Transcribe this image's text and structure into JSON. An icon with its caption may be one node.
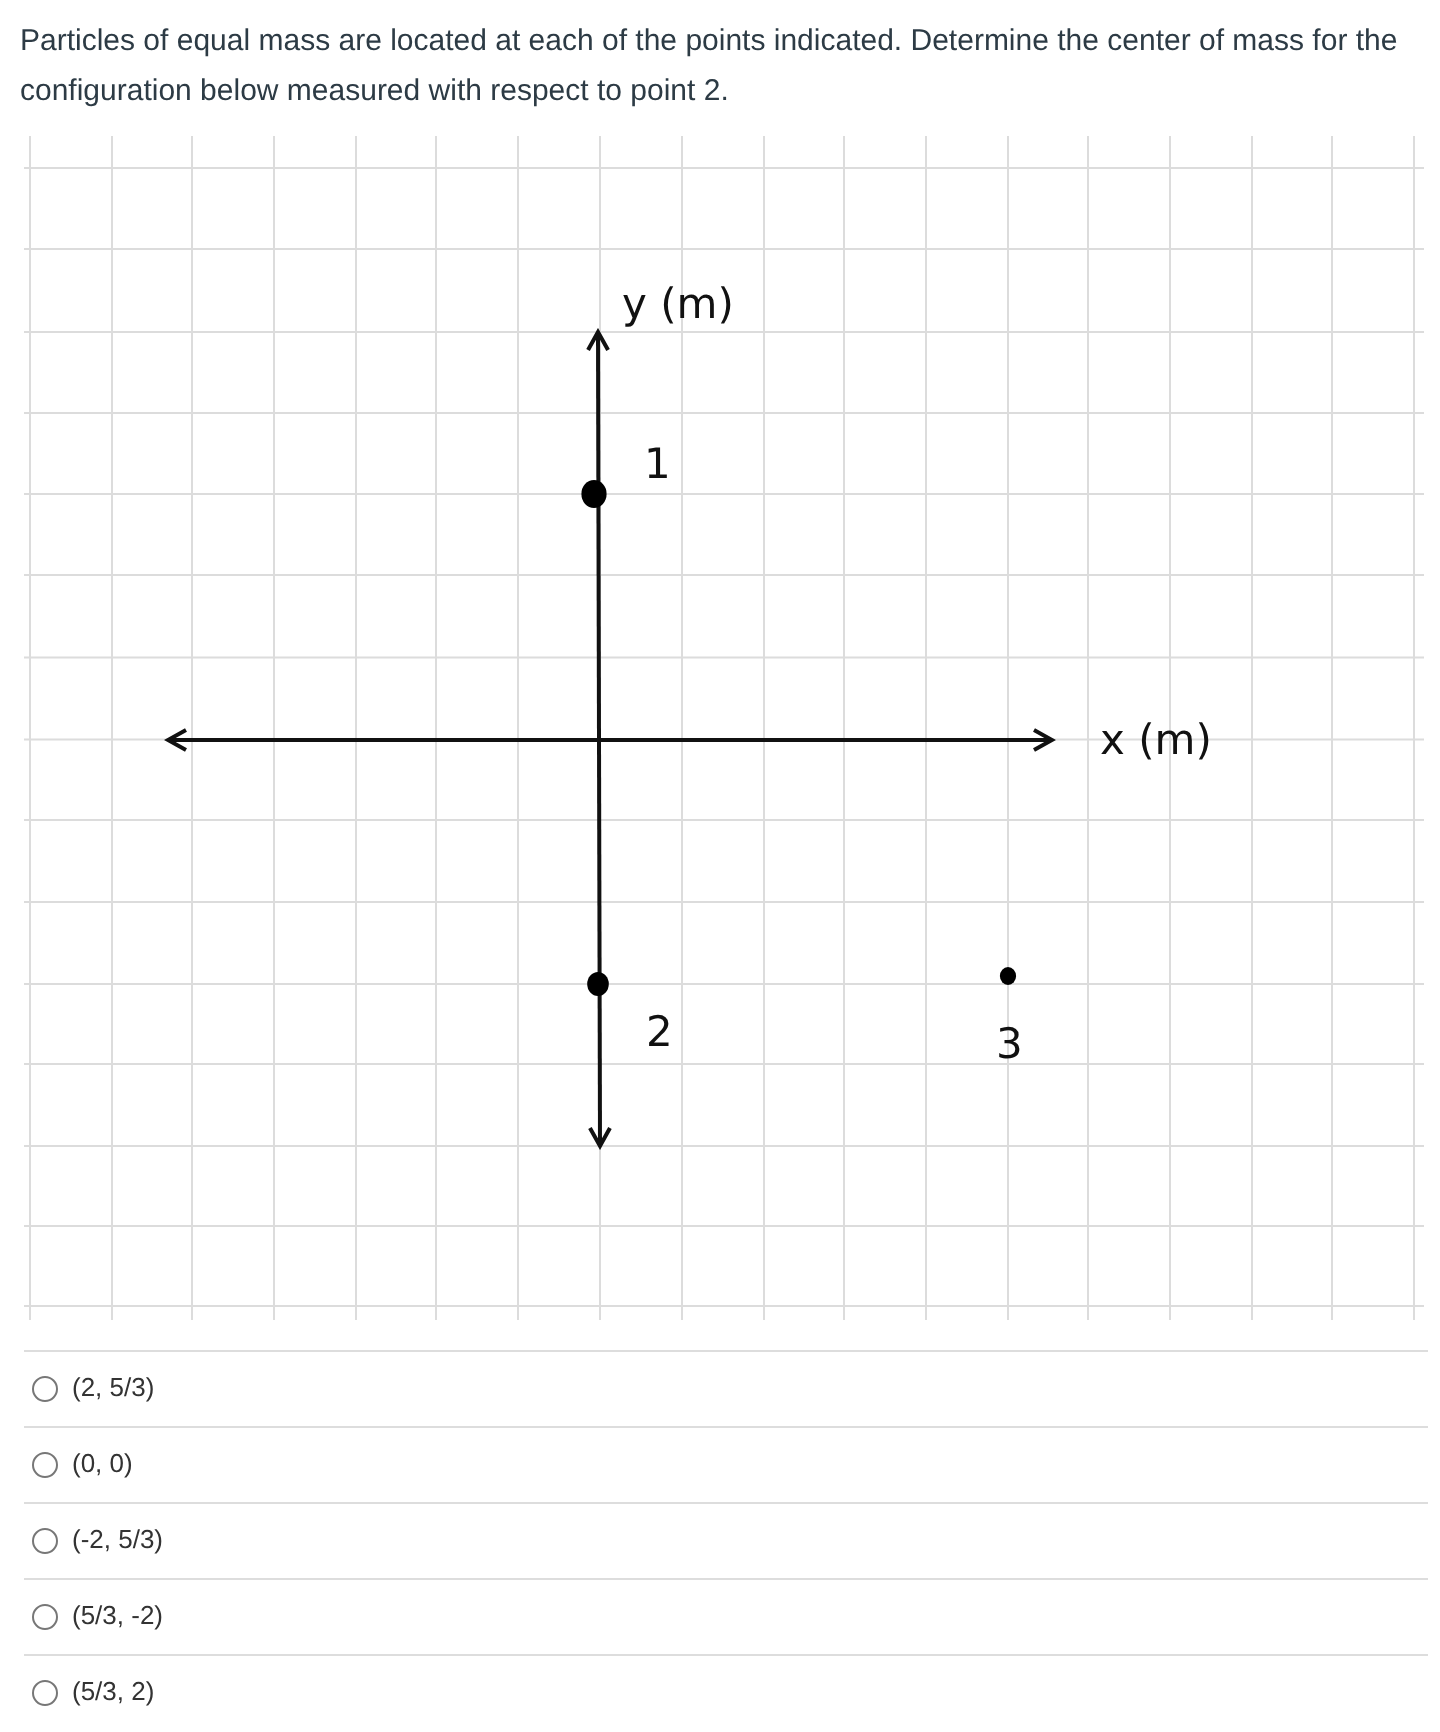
{
  "diagram": {
    "title": "Particles of equal mass are located at each of the points indicated. Determine the center of mass for the configuration below measured with respect to point 2.",
    "labels": [
      "y (m)",
      "1",
      "x (m)",
      "2",
      "3",
      "(2, 5/3)",
      "(0, 0)",
      "(-2, 5/3)",
      "(5/3, -2)",
      "(5/3, 2)"
    ]
  }
}
